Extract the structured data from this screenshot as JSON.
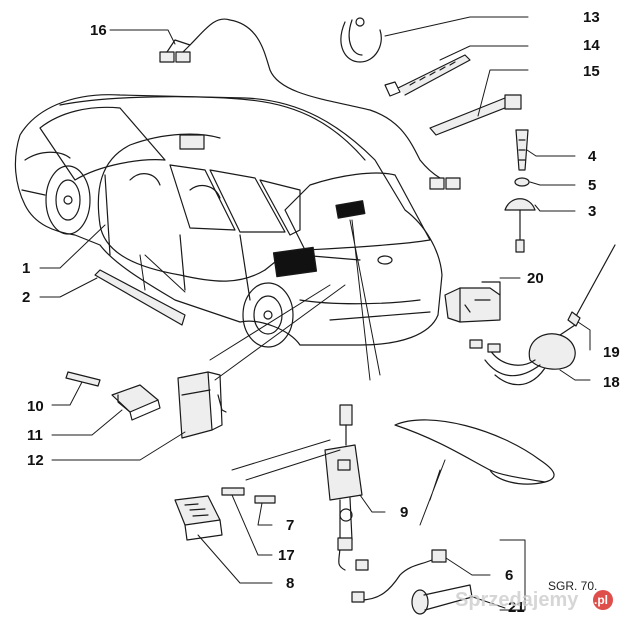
{
  "callouts": [
    {
      "number": "1"
    },
    {
      "number": "2"
    },
    {
      "number": "3"
    },
    {
      "number": "4"
    },
    {
      "number": "5"
    },
    {
      "number": "6"
    },
    {
      "number": "7"
    },
    {
      "number": "8"
    },
    {
      "number": "9"
    },
    {
      "number": "10"
    },
    {
      "number": "11"
    },
    {
      "number": "12"
    },
    {
      "number": "13"
    },
    {
      "number": "14"
    },
    {
      "number": "15"
    },
    {
      "number": "16"
    },
    {
      "number": "17"
    },
    {
      "number": "18"
    },
    {
      "number": "19"
    },
    {
      "number": "20"
    },
    {
      "number": "21"
    }
  ],
  "reference_code": "SGR. 70.",
  "watermark": {
    "text": "Sprzedajemy",
    "badge": ".pl"
  },
  "colors": {
    "line": "#1a1a1a",
    "part_fill": "#eeeeee",
    "dark_part": "#111111",
    "watermark_badge": "#d9302c"
  }
}
